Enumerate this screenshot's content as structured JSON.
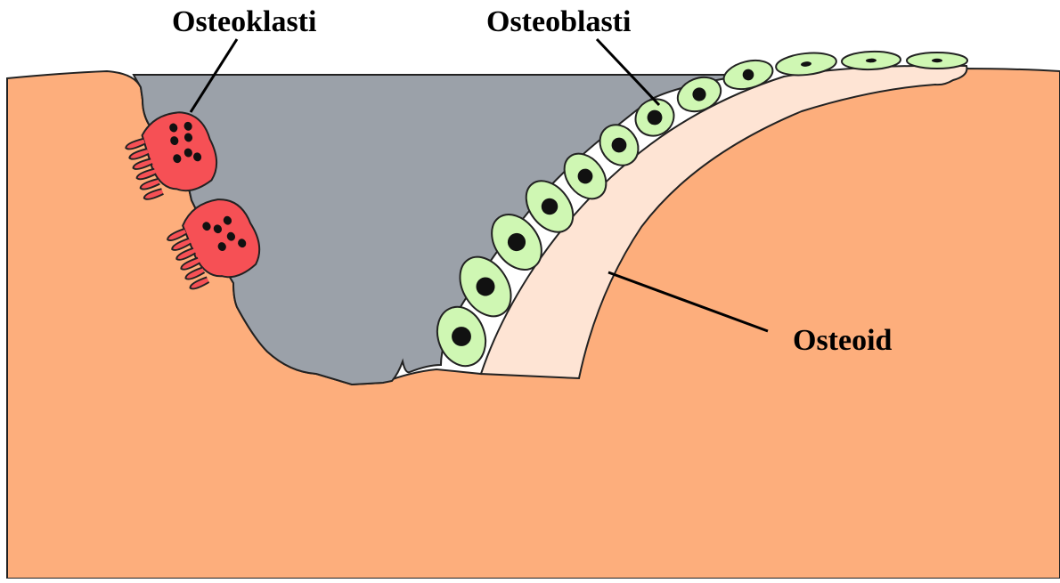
{
  "labels": {
    "osteoklasti": "Osteoklasti",
    "osteoblasti": "Osteoblasti",
    "osteoid": "Osteoid"
  },
  "colors": {
    "bone": "#fdae7c",
    "resorption_cavity": "#9ba1a9",
    "osteoid": "#fee4d4",
    "osteoclast": "#f65055",
    "osteoblast": "#cff7b3",
    "nucleus": "#111111",
    "outline": "#222222"
  },
  "icons": {
    "osteoclast": "osteoclast-cell",
    "osteoblast": "osteoblast-cell"
  }
}
